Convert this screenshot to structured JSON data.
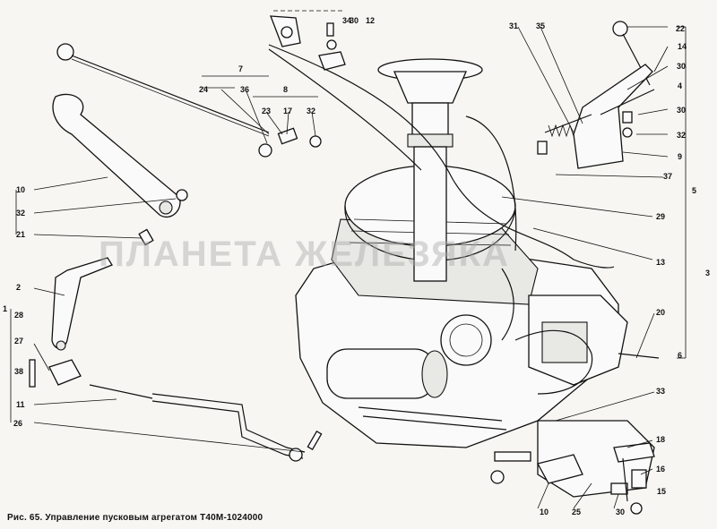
{
  "caption": "Рис. 65. Управление пусковым агрегатом Т40М-1024000",
  "watermark": "ПЛАНЕТА ЖЕЛЕЗЯКА",
  "callouts": [
    "1",
    "2",
    "3",
    "4",
    "5",
    "6",
    "7",
    "8",
    "9",
    "10",
    "10",
    "11",
    "12",
    "13",
    "14",
    "15",
    "16",
    "17",
    "18",
    "20",
    "21",
    "22",
    "23",
    "24",
    "25",
    "26",
    "27",
    "28",
    "29",
    "30",
    "30",
    "30",
    "30",
    "31",
    "32",
    "32",
    "32",
    "33",
    "34",
    "35",
    "36",
    "37",
    "38"
  ]
}
